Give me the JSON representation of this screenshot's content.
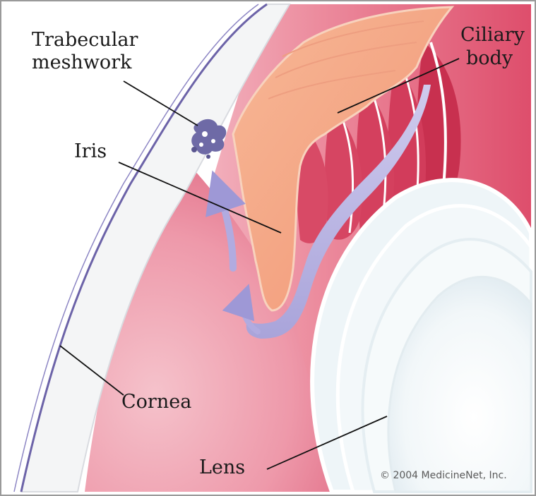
{
  "labels": {
    "trabecular_line1": "Trabecular",
    "trabecular_line2": "meshwork",
    "ciliary_line1": "Ciliary",
    "ciliary_line2": "body",
    "iris": "Iris",
    "cornea": "Cornea",
    "lens": "Lens"
  },
  "credit": "© 2004 MedicineNet, Inc.",
  "colors": {
    "tissue_red": "#e35a78",
    "tissue_pink": "#f3b6c0",
    "iris_peach": "#f6ad8c",
    "cornea_white": "#f4f5f6",
    "cornea_outline": "#6c63a8",
    "fluid_lavender": "#b9b5e4",
    "lens_white": "#f7fbfc"
  },
  "icons": [
    "fluid-flow-arrow-icon",
    "trabecular-meshwork-icon"
  ]
}
